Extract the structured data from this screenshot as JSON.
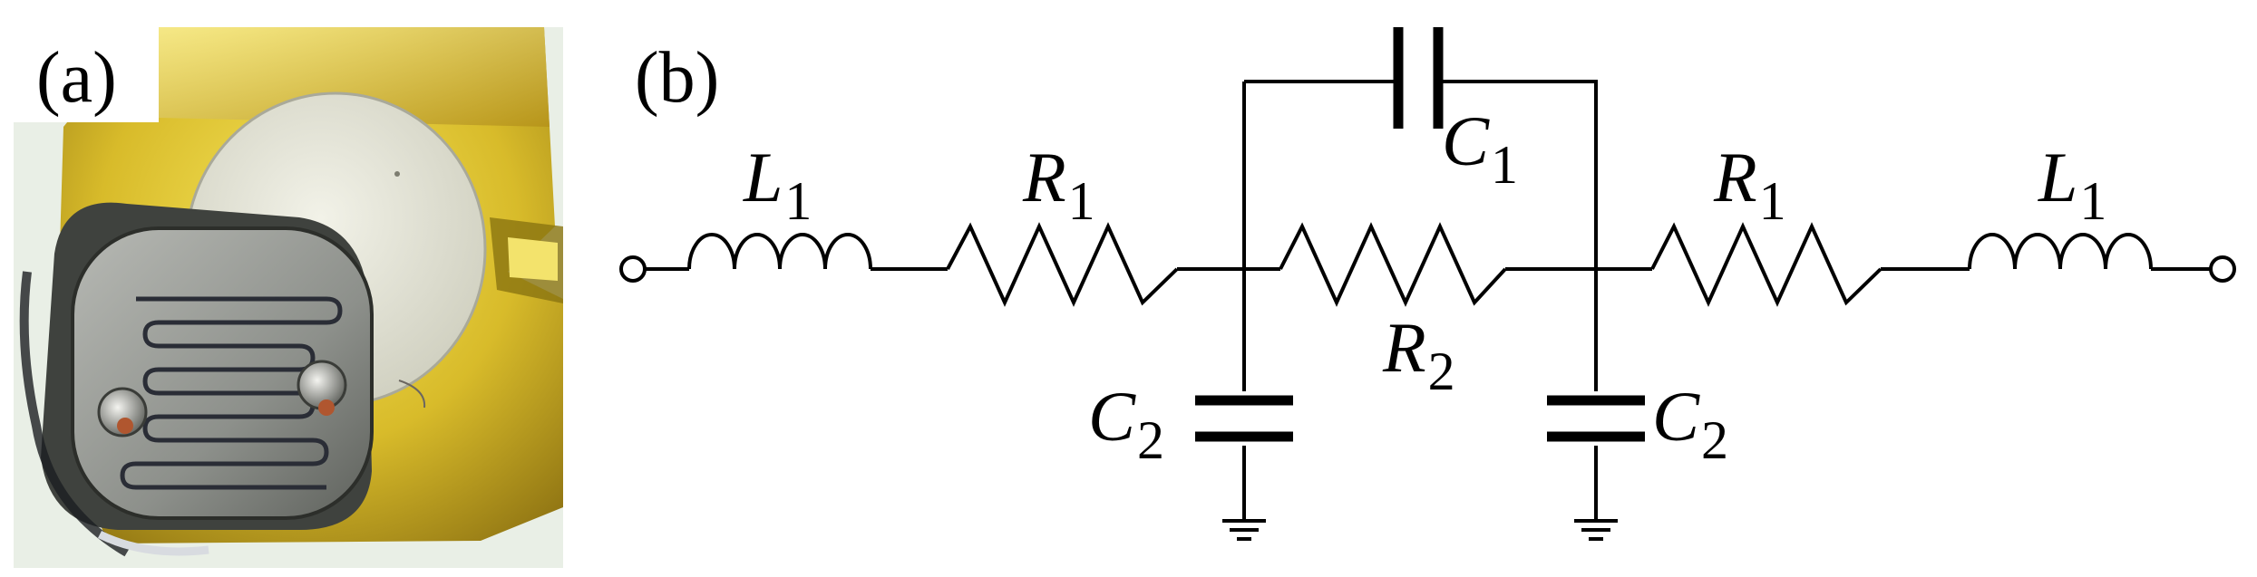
{
  "panel_a": {
    "label": "(a)"
  },
  "panel_b": {
    "label": "(b)",
    "components": {
      "L1_left": {
        "symbol": "L",
        "subscript": "1"
      },
      "R1_left": {
        "symbol": "R",
        "subscript": "1"
      },
      "C1": {
        "symbol": "C",
        "subscript": "1"
      },
      "R2": {
        "symbol": "R",
        "subscript": "2"
      },
      "C2_left": {
        "symbol": "C",
        "subscript": "2"
      },
      "C2_right": {
        "symbol": "C",
        "subscript": "2"
      },
      "R1_right": {
        "symbol": "R",
        "subscript": "1"
      },
      "L1_right": {
        "symbol": "L",
        "subscript": "1"
      }
    }
  }
}
